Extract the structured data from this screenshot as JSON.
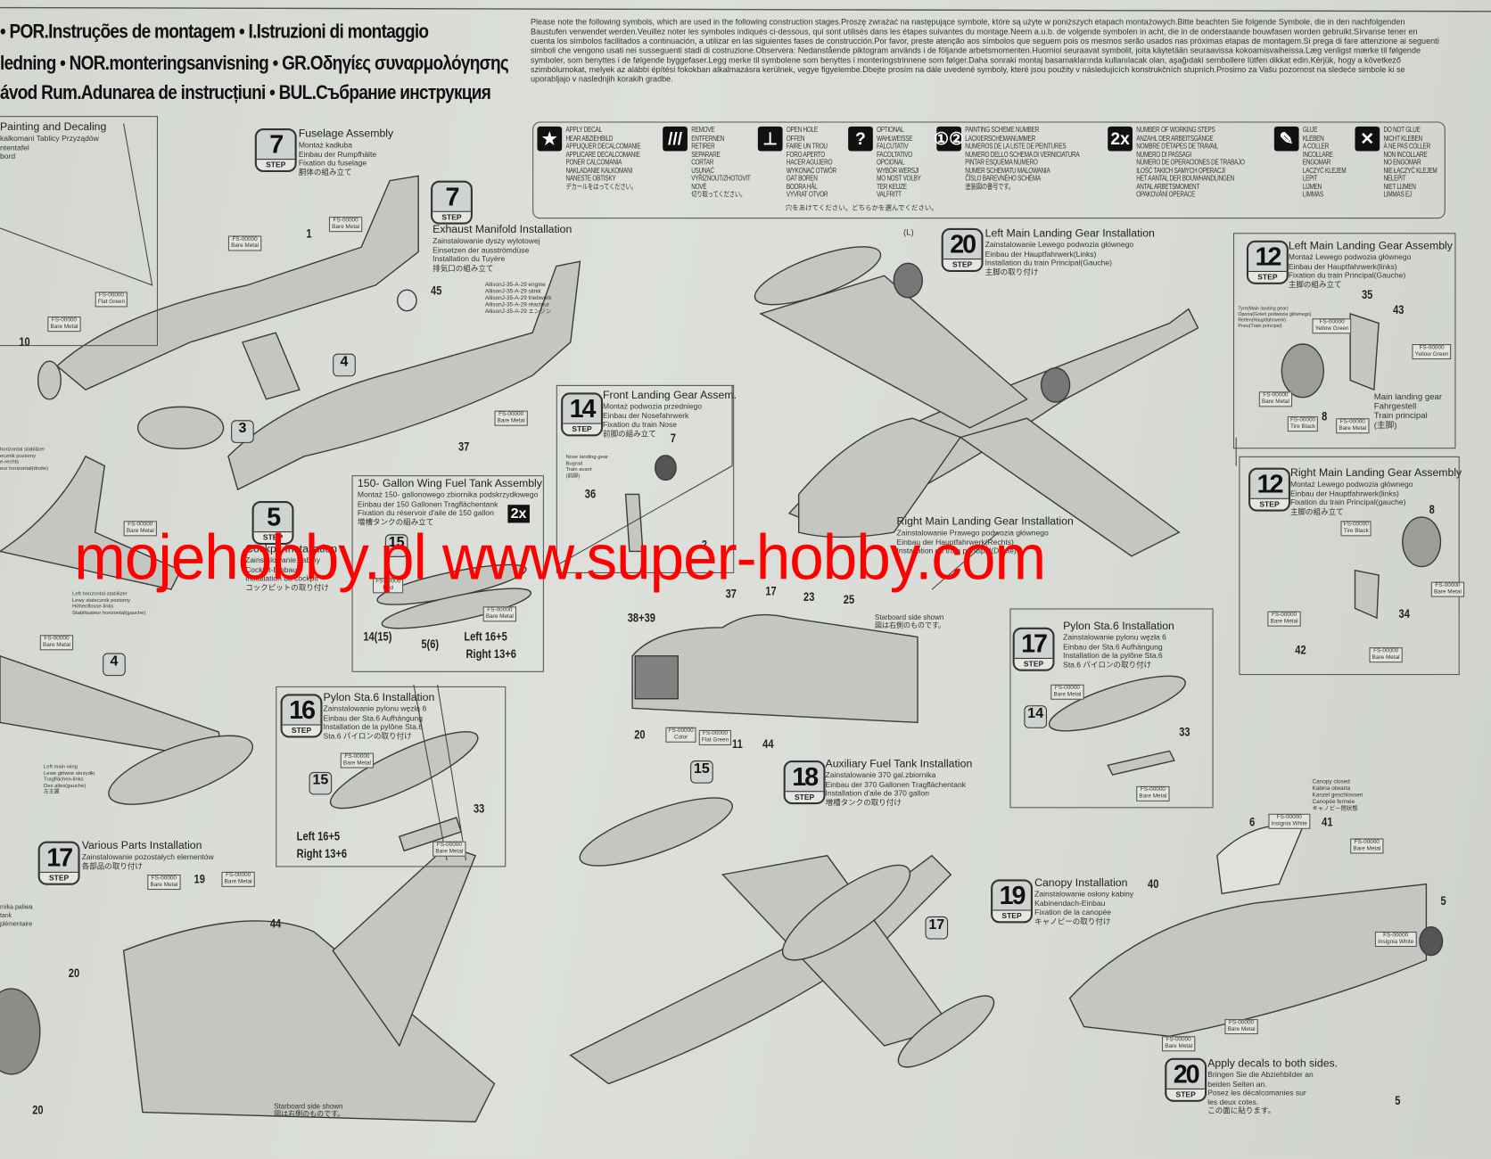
{
  "title_lines": [
    "• POR.Instruções de montagem  • I.Istruzioni di montaggio",
    "ledning • NOR.monteringsanvisning  • GR.Οδηγίες συναρμολόγησης",
    "ávod  Rum.Adunarea de instrucțiuni • BUL.Събрание инструкция"
  ],
  "note": "Please note the following symbols, which are used in the following construction stages.Proszę zwrażać na następujące symbole, które są użyte w poniższych etapach montażowych.Bitte beachten Sie folgende Symbole, die in den nachfolgenden Baustufen verwendet werden.Veuillez noter les symboles indiqués ci-dessous, qui sont utilisés dans les étapes suivantes du montage.Neem a.u.b. de volgende symbolen in acht, die in de onderstaande bouwfasen worden gebruikt.Sírvanse tener en cuenta los símbolos facilitados a continuación, a utilizar en las siguientes fases de construcción.Por favor, preste atenção aos símbolos que seguem pois os mesmos serão usados nas próximas etapas de montagem.Si prega di fare attenzione ai seguenti simboli che vengono usati nei susseguenti stadi di costruzione.Observera: Nedanstående piktogram används i de följande arbetsmomenten.Huomioi seuraavat symbolit, joita käytetään seuraavissa kokoamisvaiheissa.Læg venligst mærke til følgende symboler, som benyttes i de følgende byggefaser.Legg merke til symbolene som benyttes i monteringstrinnene som følger.Daha sonraki montaj basamaklarında kullanılacak olan, aşağıdaki sembollere lütfen dikkat edin.Kérjük, hogy a következő szimbólumokat, melyek az alábbi építési fokokban alkalmazásra kerülnek, vegye figyelembe.Dbejte prosím na dále uvedené symboly, které jsou použity v následujících konstrukčních stupních.Prosimo za Vašu pozornost na sledeće simbole ki se uporabljajo v naslednjih korakih gradbe.",
  "legend": [
    {
      "icon": "star-icon",
      "glyph": "★",
      "lines": [
        "APPLY DECAL",
        "HEAR ABZIEHBILD",
        "APPLIQUER DECALCOMANIE",
        "APPLICARE DECALCOMANIE",
        "PONER CALCOMANIA",
        "NAKLADANIE KALKOMANI",
        "NANESTE OBTISKY",
        "デカールをはってください。"
      ]
    },
    {
      "icon": "remove-icon",
      "glyph": "///",
      "lines": [
        "REMOVE",
        "ENTFERNEN",
        "RETIRER",
        "SEPARARE",
        "CORTAR",
        "USUNĄĆ",
        "VYŘÍZNOUT/ZHOTOVIT NOVÉ",
        "切り取ってください。"
      ]
    },
    {
      "icon": "open-hole-icon",
      "glyph": "⊥",
      "lines": [
        "OPEN HOLE",
        "OFFEN",
        "FAIRE UN TROU",
        "FORO APERTO",
        "HACER AGUJERO",
        "WYKONAĆ OTWÓR",
        "GAT BOREN",
        "BOORA HÅL",
        "VYVRAT OTVOR"
      ]
    },
    {
      "icon": "optional-icon",
      "glyph": "?",
      "lines": [
        "OPTIONAL",
        "WAHLWEISSE",
        "FALCUTATIV",
        "FACOLTATIVO",
        "OPCIONAL",
        "WYBÓR WERSJI",
        "MO NOST VOLBY",
        "TER KEUZE",
        "VALFRITT"
      ]
    },
    {
      "icon": "painting-scheme-number-icon",
      "glyph": "①②",
      "lines": [
        "PAINTING SCHEME NUMBER",
        "LACKIERSCHEMANUMMER",
        "NUMEROS DE LA LISTE DE PEINTURES",
        "NUMERO DELLO SCHEMA DI VERNICIATURA",
        "PINTAR ESQUEMA NUMERO",
        "NUMER SCHEMATU MALOWANIA",
        "ČÍSLO BAREVNÉHO SCHÉMA",
        "塗装図の番号です。"
      ]
    },
    {
      "icon": "working-steps-icon",
      "glyph": "2x",
      "lines": [
        "NUMBER OF WORKING STEPS",
        "ANZAHL DER ARBEITSGÄNGE",
        "NOMBRE D'ÉTAPES DE TRAVAIL",
        "NUMERO DI PASSAGI",
        "NÚMERO DE OPERACIONES DE TRABAJO",
        "ILOŚĆ TAKICH SAMYCH OPERACJI",
        "HET AANTAL DER BOUWHANDLINGEN",
        "ANTAL ARBETSMOMENT",
        "OPAKOVÁNÍ OPERACE"
      ]
    },
    {
      "icon": "glue-icon",
      "glyph": "✎",
      "lines": [
        "GLUE",
        "KLEBEN",
        "A COLLER",
        "INCOLLARE",
        "ENGOMAR",
        "LACZYĆ KLEJEM",
        "LEPIT",
        "LIJMEN",
        "LIMMAS"
      ]
    },
    {
      "icon": "do-not-glue-icon",
      "glyph": "✕",
      "lines": [
        "DO NOT GLUE",
        "NICHT KLEBEN",
        "À NE PAS COLLER",
        "NON INCOLLARE",
        "NO ENGOMAR",
        "NIE ŁĄCZYĆ KLEJEM",
        "NELEPIT",
        "NIET LIJMEN",
        "LIMMAS EJ"
      ]
    }
  ],
  "legend_footer": "穴をあけてください。どちらかを選んでください。",
  "step_label": "STEP",
  "steps": {
    "painting": {
      "lines": [
        "Painting and Decaling",
        "kalkomani Tablicy Przyządów",
        "ntentafel",
        "bord"
      ]
    },
    "fuselage": {
      "num": "7",
      "lines": [
        "Fuselage Assembly",
        "Montaż kadłuba",
        "Einbau der Rumpfhälte",
        "Fixation du fuselage",
        "胴体の組み立て"
      ]
    },
    "exhaust": {
      "num": "7",
      "lines": [
        "Exhaust Manifold Installation",
        "Zainstalowanie dyszy wylotowej",
        "Einsetzen der ausströmdüse",
        "Installation du Tuyère",
        "排気口の組み立て"
      ],
      "engine": [
        "AllisonJ-35-A-29 engine",
        "AllisonJ-35-A-29 silnik",
        "AllisonJ-35-A-29 triebwerk",
        "AllisonJ-35-A-29 réacteur",
        "AllisonJ-35-A-29 エンジン"
      ]
    },
    "left_main_lg_install": {
      "num": "20",
      "lines": [
        "Left Main Landing Gear Installation",
        "Zainstalowanie Lewego podwozia głównego",
        "Einbau der Hauptfahrwerk(Links)",
        "Installation du train Principal(Gauche)",
        "主脚の取り付け"
      ]
    },
    "left_main_lg_assy": {
      "num": "12",
      "lines": [
        "Left Main Landing Gear Assembly",
        "Montaż Lewego podwozia głównego",
        "Einbau der Hauptfahrwerk(links)",
        "Fixation du train Principal(Gauche)",
        "主脚の組み立て"
      ],
      "caption": [
        "Main landing gear",
        "Fahrgestell",
        "Train principal",
        "(主脚)"
      ]
    },
    "right_main_lg_assy": {
      "num": "12",
      "lines": [
        "Right Main Landing Gear Assembly",
        "Montaż Lewego podwozia głównego",
        "Einbau der Hauptfahrwerk(links)",
        "Fixation du train Principal(gauche)",
        "主脚の組み立て"
      ]
    },
    "right_main_lg_install": {
      "lines": [
        "Right Main Landing Gear Installation",
        "Zainstalowanie Prawego podwozia głównego",
        "Einbau der Hauptfahrwerk(Rechts)",
        "Installation du train principal(Droite)"
      ]
    },
    "front_lg": {
      "num": "14",
      "lines": [
        "Front Landing Gear Assem.",
        "Montaż podwozia przedniego",
        "Einbau der Nosefahrwerk",
        "Fixation du train Nose",
        "前脚の組み立て"
      ],
      "caption": [
        "Nose landing gear",
        "Bugrad",
        "Train avant",
        "(前脚)"
      ]
    },
    "fuel_tank_150": {
      "lines": [
        "150- Gallon Wing Fuel Tank Assembly",
        "Montaż 150- gallonowego zbiornika podskrzydłowego",
        "Einbau der 150 Gallonen Tragflächentank",
        "Fixation du réservoir d'aile de 150 gallon",
        "増槽タンクの組み立て"
      ],
      "times": "2x",
      "left": "Left 16+5",
      "right": "Right 13+6"
    },
    "cockpit": {
      "num": "5",
      "lines": [
        "Cockpit Installation",
        "Zainstalowanie kabiny",
        "Cockpit-Einbau",
        "Installation du cockpit",
        "コックピットの取り付け"
      ]
    },
    "pylon16": {
      "num": "16",
      "lines": [
        "Pylon Sta.6 Installation",
        "Zainstalowanie pylonu węzła 6",
        "Einbau der Sta.6 Aufhängung",
        "Installation de la pylône Sta.6",
        "Sta.6 パイロンの取り付け"
      ],
      "left": "Left 16+5",
      "right": "Right 13+6"
    },
    "pylon17": {
      "num": "17",
      "lines": [
        "Pylon Sta.6 Installation",
        "Zainstalowanie pylonu węzła 6",
        "Einbau der Sta.6 Aufhängung",
        "Installation de la pylône Sta.6",
        "Sta.6 パイロンの取り付け"
      ]
    },
    "aux_fuel": {
      "num": "18",
      "lines": [
        "Auxiliary Fuel Tank Installation",
        "Zainstalowanie 370 gal.zbiornika",
        "Einbau der 370 Gallonen Tragflächentank",
        "Installation d'aile de 370 gallon",
        "増槽タンクの取り付け"
      ]
    },
    "various": {
      "num": "17",
      "lines": [
        "Various Parts Installation",
        "Zainstalowanie pozostałych elementów",
        "各部品の取り付け"
      ]
    },
    "canopy": {
      "num": "19",
      "lines": [
        "Canopy Installation",
        "Zainstalowanie osłony kabiny",
        "Kabinendach-Einbau",
        "Fixation de la canopée",
        "キャノピーの取り付け"
      ],
      "caption": [
        "Canopy closed",
        "Kabina otwarta",
        "Kanzel geschlossen",
        "Canopée fermée",
        "キャノピー閉状態"
      ]
    },
    "decals": {
      "num": "20",
      "lines": [
        "Apply decals to both sides.",
        "Bringen Sie die Abziehbilder an",
        "beiden Seiten an.",
        "Posez les décalcomanies sur",
        "les deux cotes.",
        "この面に貼ります。"
      ]
    }
  },
  "ref_badges": [
    "4",
    "3",
    "4",
    "15",
    "15",
    "14",
    "17",
    "15"
  ],
  "part_numbers": [
    "1",
    "45",
    "10",
    "37",
    "36",
    "7",
    "2",
    "35",
    "43",
    "8",
    "8",
    "34",
    "42",
    "38+39",
    "37",
    "17",
    "23",
    "25",
    "20",
    "11",
    "44",
    "33",
    "33",
    "14(15)",
    "5(6)",
    "19",
    "44",
    "20",
    "20",
    "40",
    "6",
    "41",
    "5",
    "5"
  ],
  "color_callouts": {
    "bare_metal": "FS-00000",
    "bare_metal_label": "Bare Metal",
    "flat_green": "Flat Green",
    "yellow_green": "Yellow Green",
    "red": "Red",
    "color": "Color",
    "tire_black": "Tire Black",
    "bare_metal_alt": "Insignia White"
  },
  "side_notes": {
    "starboard": [
      "Starboard side shown",
      "図は右側のものです。"
    ],
    "left_h_stab": [
      "Left horizontal stabilizer",
      "Lewy statecznik poziomy",
      "Höhenflosse-links",
      "Stabilisateur horizontal(gauche)"
    ],
    "left_main_wing": [
      "Left main wing",
      "Lewe główne skrzydło",
      "Tragflächen-links",
      "Des ailes(gauche)",
      "左主翼"
    ],
    "right_h_stab": [
      "horizontal stabilizer",
      "ecznik poziomy",
      "e-rechts",
      "eur horizontal(droite)"
    ],
    "fuel_tank": [
      "rnika paliwa",
      "tank",
      "plémentaire"
    ],
    "tyre": [
      "Tyre(Main landing gear)",
      "Opona(Goleń podwozia głównego)",
      "Reifen(Hauptfahrwerk)",
      "Pneu(Train principal)"
    ],
    "left_l": "(L)"
  },
  "watermark": "mojehobby.pl www.super-hobby.com",
  "colors": {
    "paper": "#d9dcd6",
    "ink": "#222222",
    "watermark": "#ff0000",
    "step_badge": "#cfd3cf"
  }
}
